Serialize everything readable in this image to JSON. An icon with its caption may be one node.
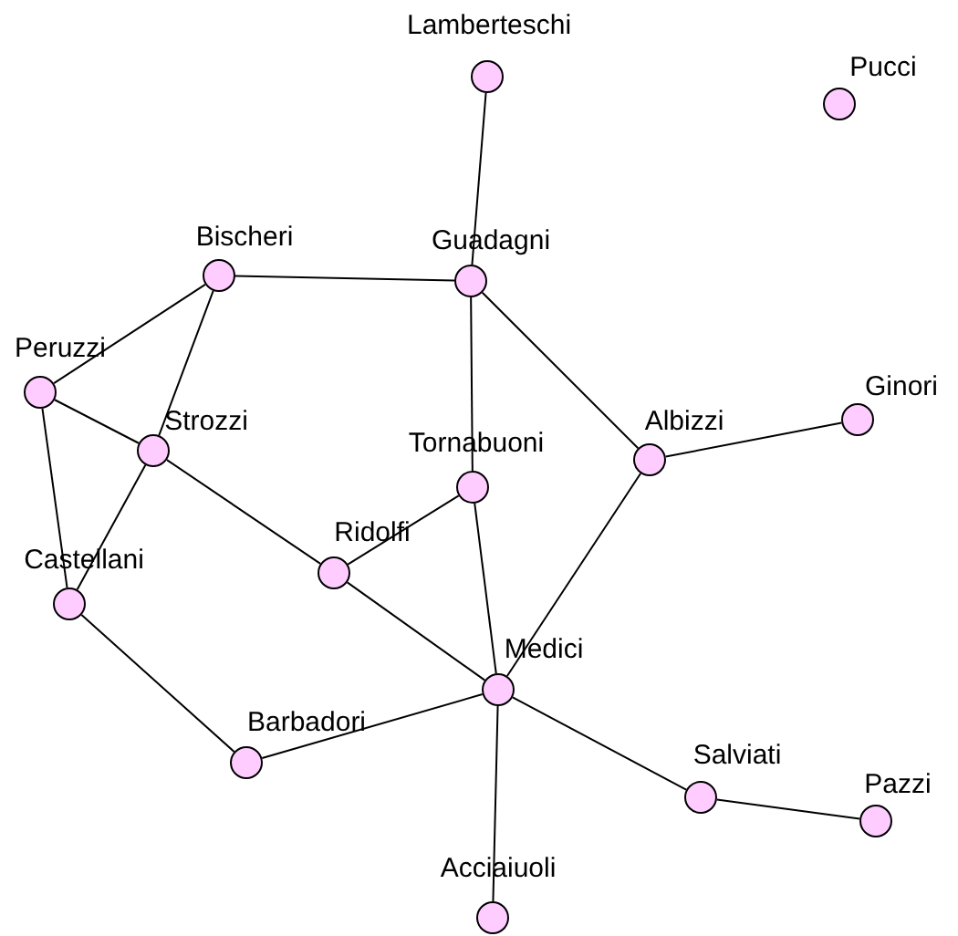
{
  "diagram": {
    "nodes": [
      {
        "text": [
          "Lamberteschi"
        ]
      },
      {
        "text": [
          "Pucci"
        ]
      },
      {
        "text": [
          "Bischeri"
        ]
      },
      {
        "text": [
          "Guadagni"
        ]
      },
      {
        "text": [
          "Peruzzi"
        ]
      },
      {
        "text": [
          "Strozzi"
        ]
      },
      {
        "text": [
          "Tornabuoni"
        ]
      },
      {
        "text": [
          "Albizzi"
        ]
      },
      {
        "text": [
          "Ginori"
        ]
      },
      {
        "text": [
          "Castellani"
        ]
      },
      {
        "text": [
          "Ridolfi"
        ]
      },
      {
        "text": [
          "Medici"
        ]
      },
      {
        "text": [
          "Barbadori"
        ]
      },
      {
        "text": [
          "Salviati"
        ]
      },
      {
        "text": [
          "Pazzi"
        ]
      },
      {
        "text": [
          "Acciaiuoli"
        ]
      }
    ],
    "edges": [
      {
        "from": 0,
        "to": 3,
        "arrow": "none"
      },
      {
        "from": 2,
        "to": 3,
        "arrow": "none"
      },
      {
        "from": 2,
        "to": 4,
        "arrow": "none"
      },
      {
        "from": 2,
        "to": 5,
        "arrow": "none"
      },
      {
        "from": 3,
        "to": 6,
        "arrow": "none"
      },
      {
        "from": 3,
        "to": 7,
        "arrow": "none"
      },
      {
        "from": 7,
        "to": 8,
        "arrow": "none"
      },
      {
        "from": 7,
        "to": 11,
        "arrow": "none"
      },
      {
        "from": 4,
        "to": 5,
        "arrow": "none"
      },
      {
        "from": 4,
        "to": 9,
        "arrow": "none"
      },
      {
        "from": 5,
        "to": 9,
        "arrow": "none"
      },
      {
        "from": 5,
        "to": 10,
        "arrow": "none"
      },
      {
        "from": 6,
        "to": 10,
        "arrow": "none"
      },
      {
        "from": 6,
        "to": 11,
        "arrow": "none"
      },
      {
        "from": 10,
        "to": 11,
        "arrow": "none"
      },
      {
        "from": 9,
        "to": 12,
        "arrow": "none"
      },
      {
        "from": 12,
        "to": 11,
        "arrow": "none"
      },
      {
        "from": 11,
        "to": 13,
        "arrow": "none"
      },
      {
        "from": 11,
        "to": 15,
        "arrow": "none"
      },
      {
        "from": 13,
        "to": 14,
        "arrow": "none"
      }
    ]
  }
}
